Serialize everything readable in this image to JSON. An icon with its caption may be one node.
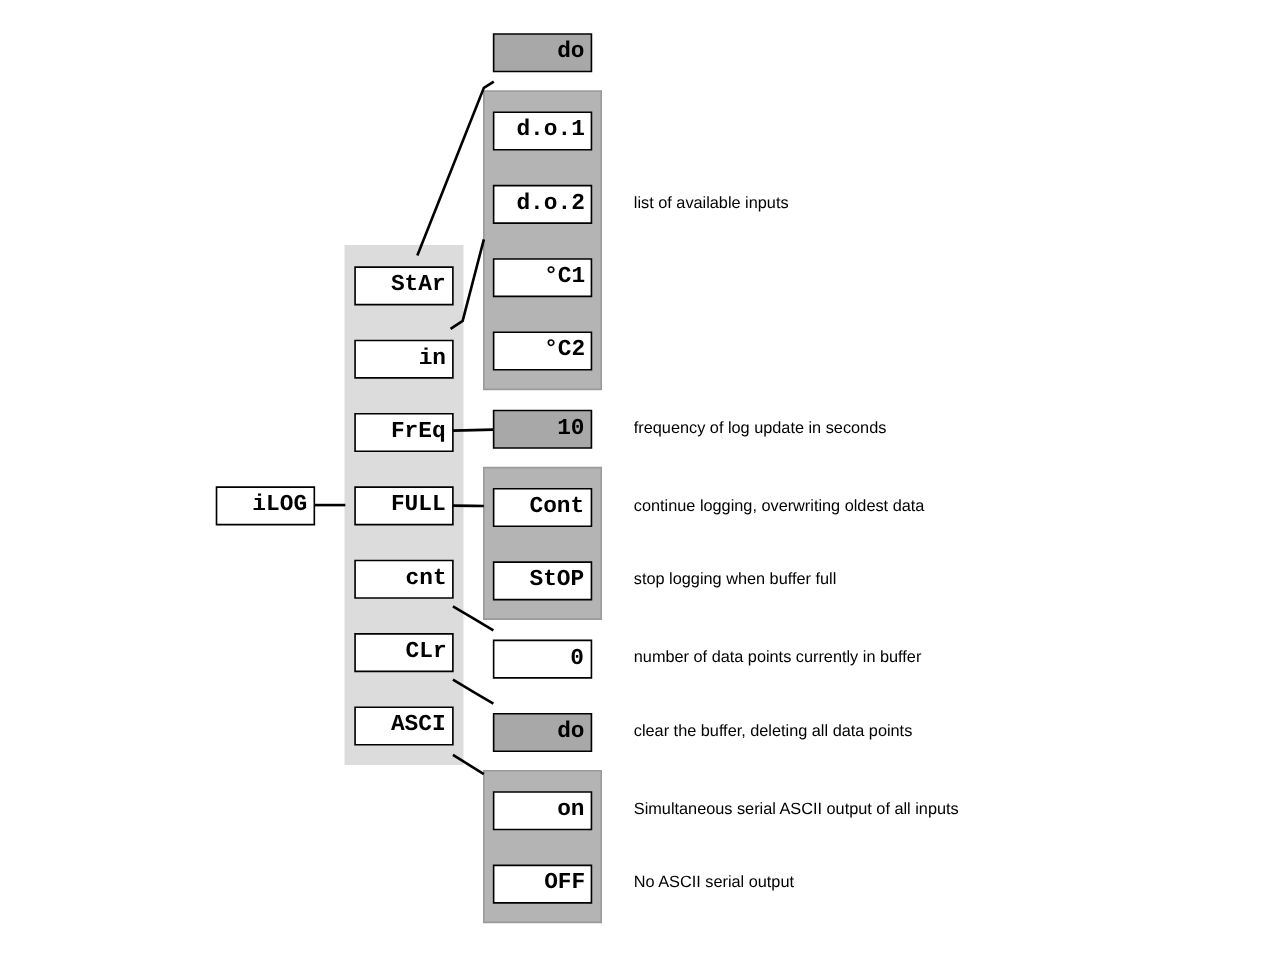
{
  "diagram": {
    "nodes": [
      {
        "text": [
          "iLOG"
        ]
      },
      {
        "text": [],
        "shape": "bar"
      },
      {
        "text": [
          "StAr"
        ],
        "in": 1
      },
      {
        "text": [
          "do"
        ]
      },
      {
        "text": [
          "in"
        ],
        "in": 1
      },
      {
        "text": [],
        "shape": "box",
        "beside": [
          "list of available inputs"
        ]
      },
      {
        "text": [
          "d.o.1"
        ],
        "in": 5
      },
      {
        "text": [
          "d.o.2"
        ],
        "in": 5
      },
      {
        "text": [
          "°C1"
        ],
        "in": 5
      },
      {
        "text": [
          "°C2"
        ],
        "in": 5
      },
      {
        "text": [
          "FrEq"
        ],
        "in": 1
      },
      {
        "text": [
          "10"
        ],
        "beside": [
          "frequency of log update in seconds"
        ]
      },
      {
        "text": [
          "FULL"
        ],
        "in": 1
      },
      {
        "text": [],
        "shape": "box"
      },
      {
        "text": [
          "Cont"
        ],
        "in": 13,
        "beside": [
          "continue logging, overwriting oldest data"
        ]
      },
      {
        "text": [
          "StOP"
        ],
        "in": 13,
        "beside": [
          "stop logging when buffer full"
        ]
      },
      {
        "text": [
          "cnt"
        ],
        "in": 1
      },
      {
        "text": [
          "0"
        ],
        "beside": [
          "number of data points currently in buffer"
        ]
      },
      {
        "text": [
          "CLr"
        ],
        "in": 1
      },
      {
        "text": [
          "do"
        ],
        "beside": [
          "clear the buffer, deleting all data points"
        ]
      },
      {
        "text": [
          "ASCI"
        ],
        "in": 1
      },
      {
        "text": [],
        "shape": "box"
      },
      {
        "text": [
          "on"
        ],
        "in": 21,
        "beside": [
          "Simultaneous serial ASCII output of all inputs"
        ]
      },
      {
        "text": [
          "OFF"
        ],
        "in": 21,
        "beside": [
          "No ASCII serial output"
        ]
      }
    ],
    "edges": [
      {
        "from": 0,
        "to": 1,
        "arrow": "none"
      },
      {
        "from": 2,
        "to": 3,
        "arrow": "none"
      },
      {
        "from": 4,
        "to": 5,
        "arrow": "none"
      },
      {
        "from": 10,
        "to": 11,
        "arrow": "none"
      },
      {
        "from": 12,
        "to": 13,
        "arrow": "none"
      },
      {
        "from": 16,
        "to": 17,
        "arrow": "none"
      },
      {
        "from": 18,
        "to": 19,
        "arrow": "none"
      },
      {
        "from": 20,
        "to": 21,
        "arrow": "none"
      }
    ]
  }
}
